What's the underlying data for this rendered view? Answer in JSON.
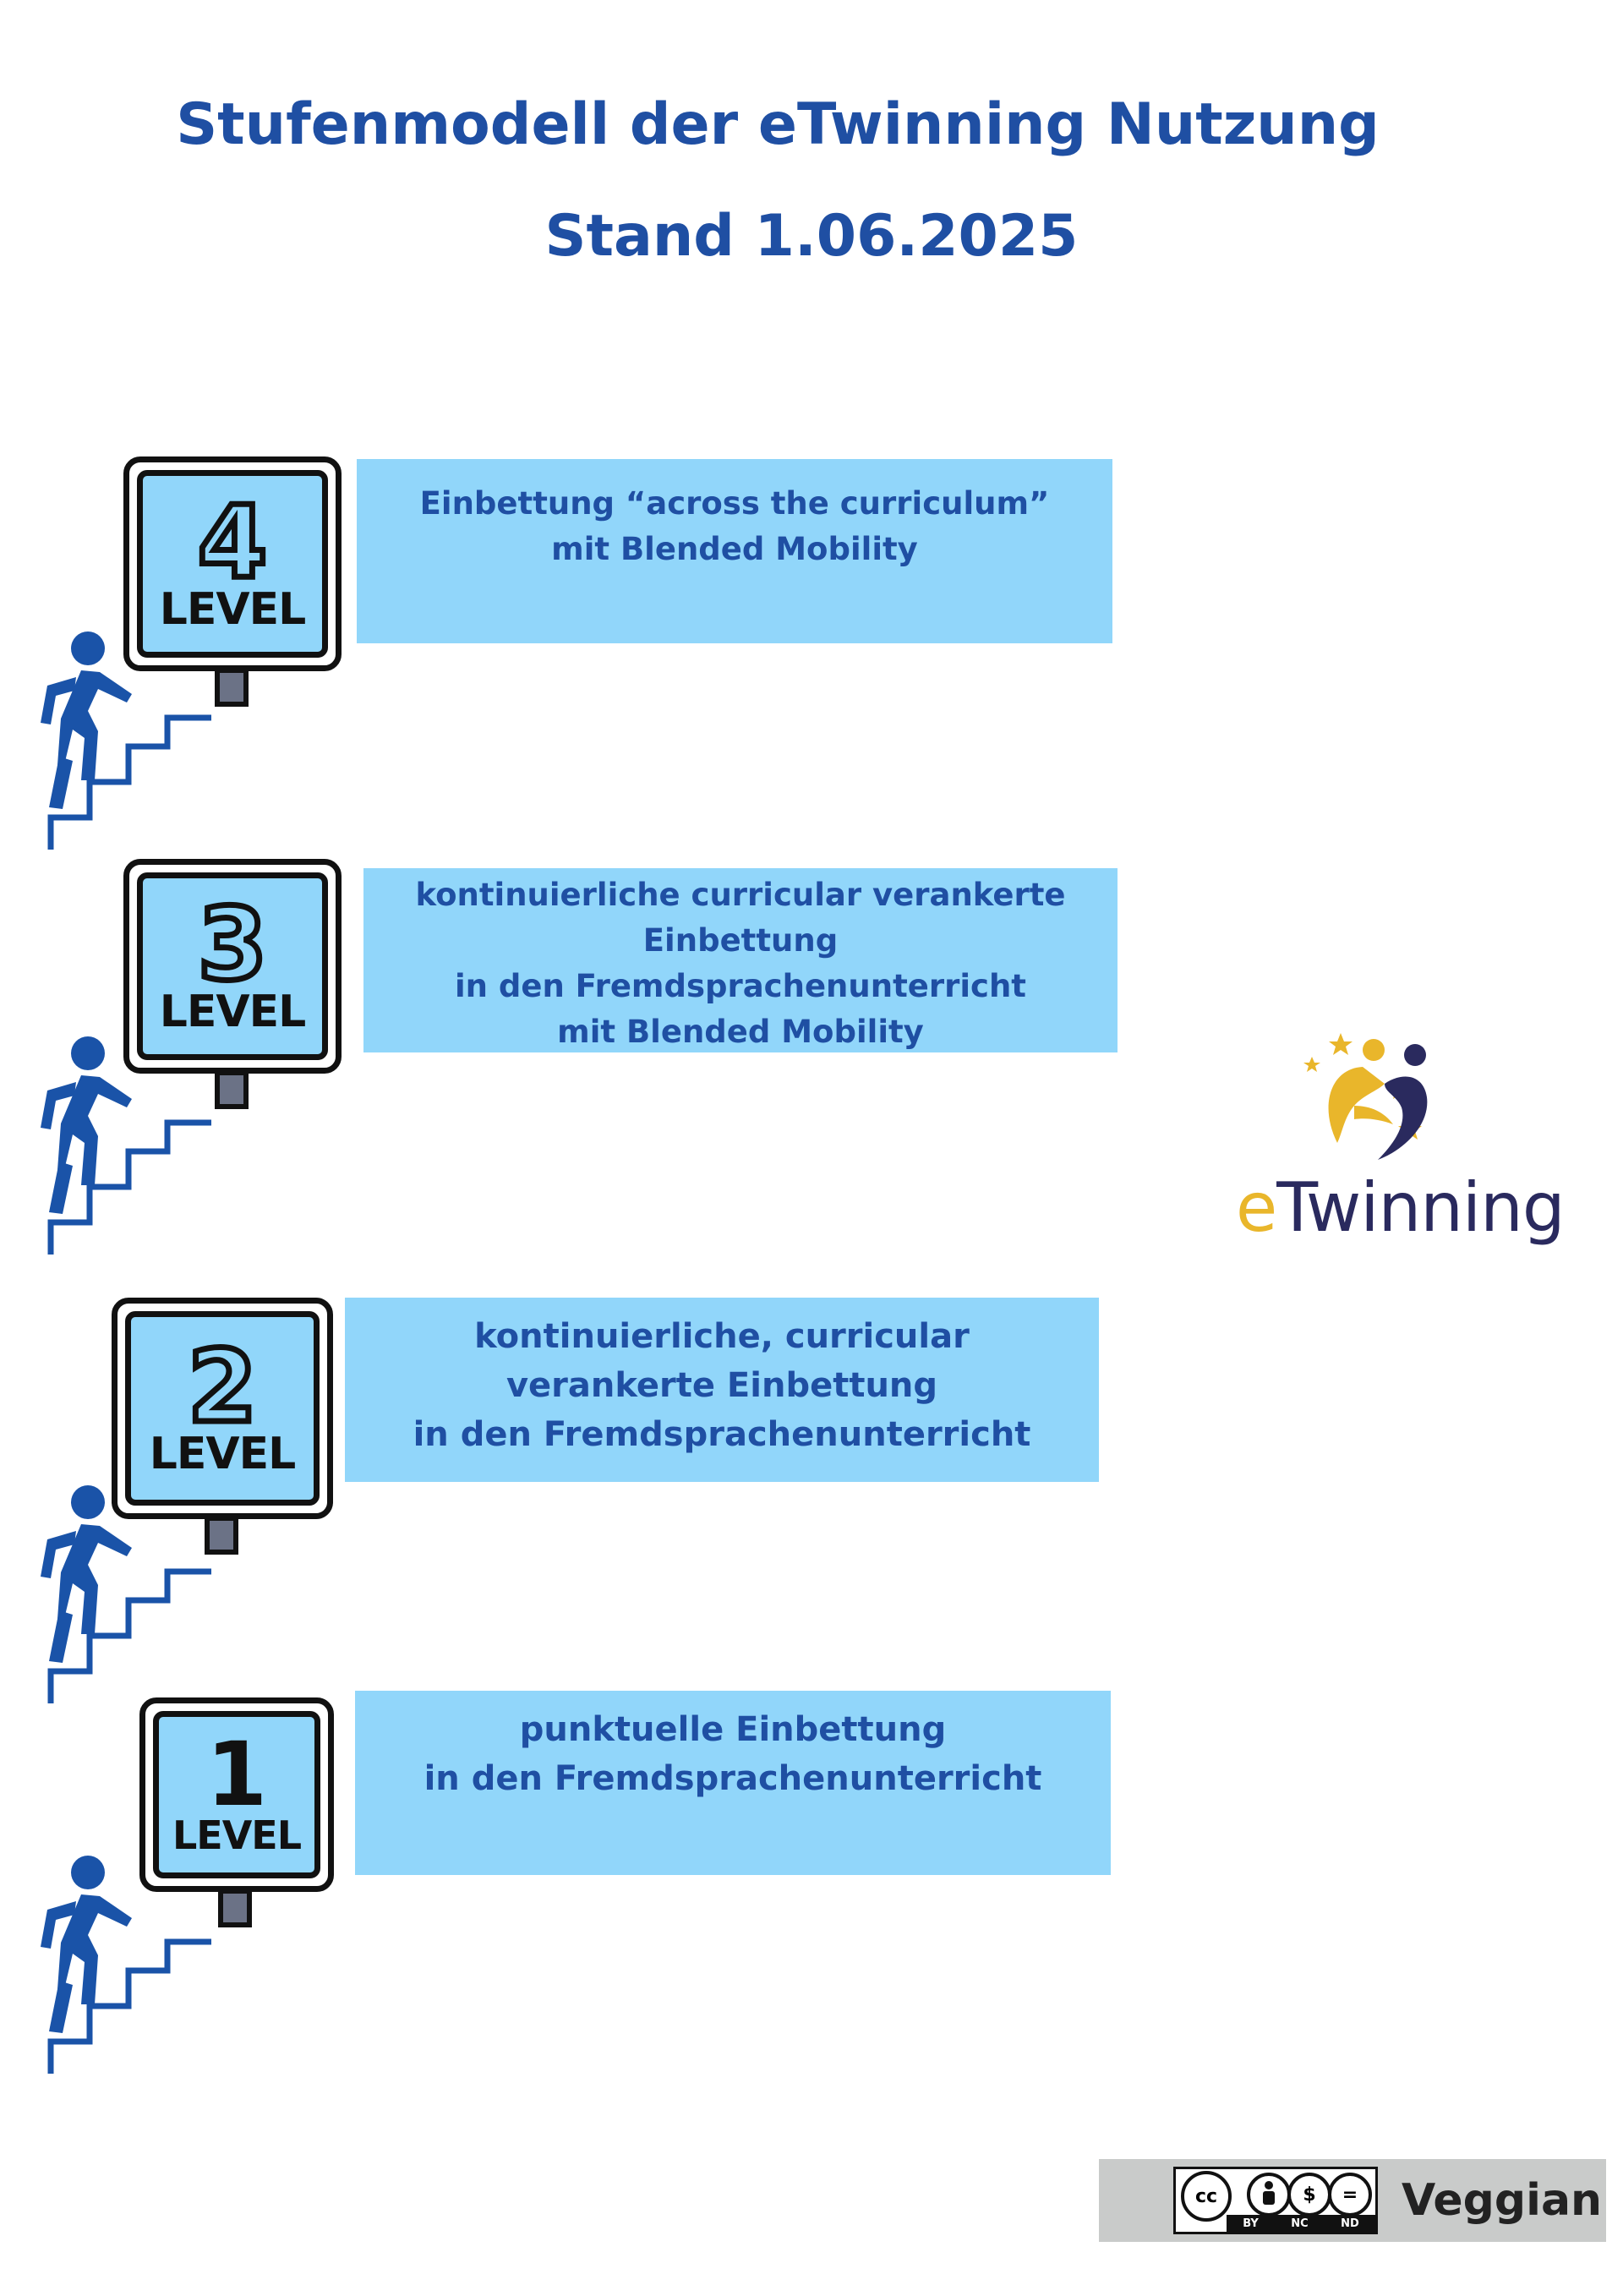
{
  "title": "Stufenmodell der eTwinning Nutzung",
  "subtitle": "Stand 1.06.2025",
  "levels": [
    {
      "number": "4",
      "word": "LEVEL",
      "text": "Einbettung “across the curriculum”\nmit Blended Mobility"
    },
    {
      "number": "3",
      "word": "LEVEL",
      "text": "kontinuierliche curricular verankerte\nEinbettung\nin den Fremdsprachenunterricht\nmit Blended Mobility"
    },
    {
      "number": "2",
      "word": "LEVEL",
      "text": "kontinuierliche, curricular\nverankerte Einbettung\nin den Fremdsprachenunterricht"
    },
    {
      "number": "1",
      "word": "LEVEL",
      "text": "punktuelle Einbettung\nin den Fremdsprachenunterricht"
    }
  ],
  "logo": {
    "text_e": "e",
    "text_rest": "Twinning"
  },
  "license": {
    "cc_label": "cc",
    "terms": [
      "BY",
      "NC",
      "ND"
    ],
    "name": "Veggian"
  },
  "colors": {
    "accent": "#1f4fa3",
    "box": "#91d6fa",
    "figure": "#1a53a8",
    "logo_yellow": "#e9b62b",
    "logo_navy": "#2a2a5e"
  },
  "icons": [
    "walking-upstairs-icon",
    "level-sign-icon",
    "etwinning-logo-icon",
    "creative-commons-icon"
  ]
}
